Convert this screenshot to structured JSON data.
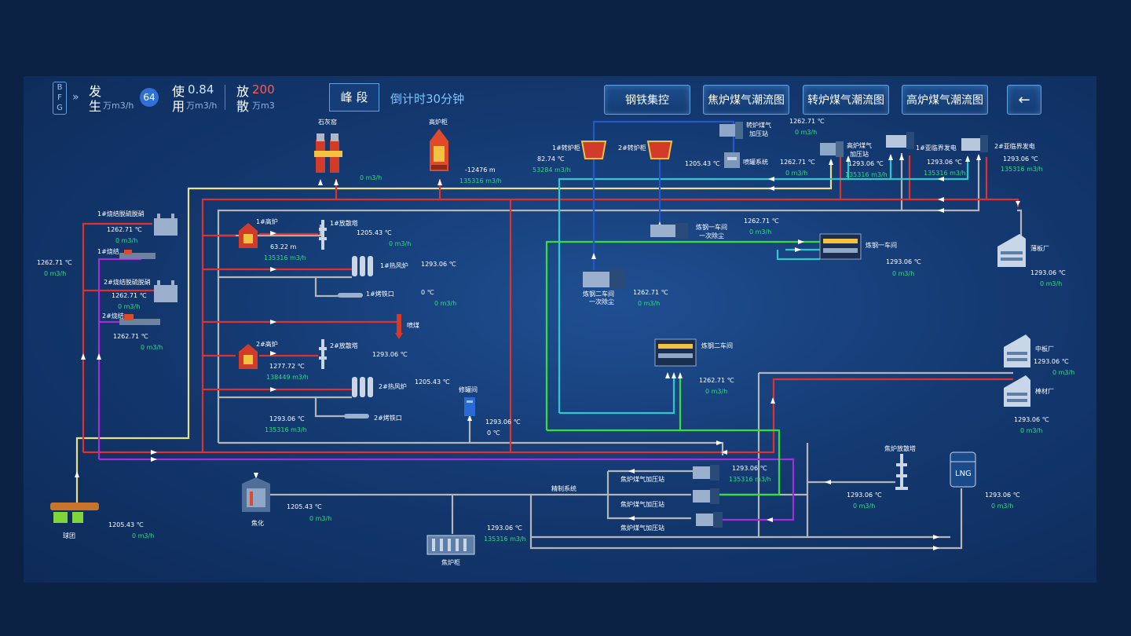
{
  "header": {
    "bfg_badge": [
      "B",
      "F",
      "G"
    ],
    "gen_label_top": "发",
    "gen_label_bottom": "生",
    "gen_unit": "万m3/h",
    "gen_value": "64",
    "use_label_top": "使",
    "use_label_bottom": "用",
    "use_value": "0.84",
    "use_unit": "万m3/h",
    "release_label_top": "放",
    "release_label_bottom": "散",
    "release_value": "200",
    "release_unit": "万m3",
    "peak_label": "峰 段",
    "countdown": "倒计时30分钟"
  },
  "nav": {
    "steel": "钢铁集控",
    "coke": "焦炉煤气潮流图",
    "converter": "转炉煤气潮流图",
    "blast": "高炉煤气潮流图",
    "back_icon": "←"
  },
  "labels": {
    "limekiln": "石灰窑",
    "bf_cabinet": "高炉柜",
    "bf_cabinet_level": "-12476 m",
    "bf_cabinet_flow": "135316 m3/h",
    "limekiln_flow": "0 m3/h",
    "conv1": "1#转炉柜",
    "conv1_temp": "82.74 ℃",
    "conv1_flow": "53284 m3/h",
    "conv2": "2#转炉柜",
    "conv_temp2": "1205.43 ℃",
    "converter_booster": "转炉煤气",
    "converter_booster2": "加压站",
    "spray": "喷罐系统",
    "t1": "1262.71 ℃",
    "f1": "0 m3/h",
    "bf_booster": "高炉煤气",
    "bf_booster2": "加压站",
    "bf_booster_temp": "1293.06 ℃",
    "bf_booster_flow": "135316 m3/h",
    "subcrit1": "1#亚临界发电",
    "subcrit1_temp": "1293.06 ℃",
    "subcrit1_flow": "135316 m3/h",
    "subcrit2": "2#亚临界发电",
    "subcrit2_temp": "1293.06 ℃",
    "subcrit2_flow": "135316 m3/h",
    "top_t": "1262.71 ℃",
    "top_f": "0 m3/h",
    "sinter_denitr1": "1#烧结脱硫脱硝",
    "sd1_temp": "1262.71 ℃",
    "sd1_flow": "0 m3/h",
    "sinter1": "1#烧结",
    "left_temp": "1262.71 ℃",
    "left_flow": "0 m3/h",
    "sinter_denitr2": "2#烧结脱硫脱硝",
    "sd2_temp": "1262.71 ℃",
    "sd2_flow": "0 m3/h",
    "sinter2": "2#烧结",
    "s2_temp": "1262.71 ℃",
    "s2_flow": "0 m3/h",
    "bf1": "1#高炉",
    "bf1_level": "63.22 m",
    "bf1_flow": "135316 m3/h",
    "release1": "1#放散塔",
    "release1_temp": "1205.43 ℃",
    "release1_flow": "0 m3/h",
    "hotblast1": "1#热风炉",
    "hotblast1_temp": "1293.06 ℃",
    "ladle1": "1#烤铁口",
    "ladle1_temp": "0 ℃",
    "ladle1_flow": "0 m3/h",
    "coal_inject": "喷煤",
    "bf2": "2#高炉",
    "bf2_temp": "1277.72 ℃",
    "bf2_flow": "138449 m3/h",
    "release2": "2#放散塔",
    "release2_temp": "1293.06 ℃",
    "hotblast2": "2#热风炉",
    "hotblast2_temp": "1205.43 ℃",
    "ladle2": "2#烤铁口",
    "hb2_temp": "1293.06 ℃",
    "hb2_flow": "135316 m3/h",
    "repair": "修罐间",
    "repair_temp": "1293.06 ℃",
    "repair_c": "0 ℃",
    "steel1_dust": "炼钢一车间",
    "steel1_dust2": "一次除尘",
    "steel1_dust_temp": "1262.71 ℃",
    "steel1_dust_flow": "0 m3/h",
    "steel1": "炼钢一车间",
    "steel1_temp": "1293.06 ℃",
    "steel1_flow": "0 m3/h",
    "steel2_dust": "炼钢二车间",
    "steel2_dust2": "一次除尘",
    "steel2_dust_temp": "1262.71 ℃",
    "steel2_dust_flow": "0 m3/h",
    "steel2": "炼钢二车间",
    "steel2_temp": "1262.71 ℃",
    "steel2_flow": "0 m3/h",
    "thin_plate": "薄板厂",
    "thin_temp": "1293.06 ℃",
    "thin_flow": "0 m3/h",
    "medium_plate": "中板厂",
    "medium_temp": "1293.06 ℃",
    "medium_flow": "0 m3/h",
    "bar_mill": "棒材厂",
    "bar_temp": "1293.06 ℃",
    "bar_flow": "0 m3/h",
    "pellet": "球团",
    "pellet_temp": "1205.43 ℃",
    "pellet_flow": "0 m3/h",
    "coking": "焦化",
    "coking_temp": "1205.43 ℃",
    "coking_flow": "0 m3/h",
    "refine": "精制系统",
    "cog_booster1": "焦炉煤气加压站",
    "cog_booster1_temp": "1293.06 ℃",
    "cog_booster1_flow": "135316 m3/h",
    "cog_booster2": "焦炉煤气加压站",
    "cog_booster3": "焦炉煤气加压站",
    "cog_cabinet": "焦炉柜",
    "cog_cab_temp": "1293.06 ℃",
    "cog_cab_flow": "135316 m3/h",
    "cog_release": "焦炉放散塔",
    "cog_release_temp": "1293.06 ℃",
    "cog_release_flow": "0 m3/h",
    "lng": "LNG",
    "lng_temp": "1293.06 ℃",
    "lng_flow": "0 m3/h"
  },
  "colors": {
    "bfg_pipe": "#e0312f",
    "cog_pipe": "#b5b5b5",
    "ldg_pipe": "#2ec7d0",
    "yellow_pipe": "#e8df8a",
    "green_pipe": "#33e03a",
    "purple_pipe": "#a52fd6",
    "blue_pipe": "#2457c9"
  }
}
